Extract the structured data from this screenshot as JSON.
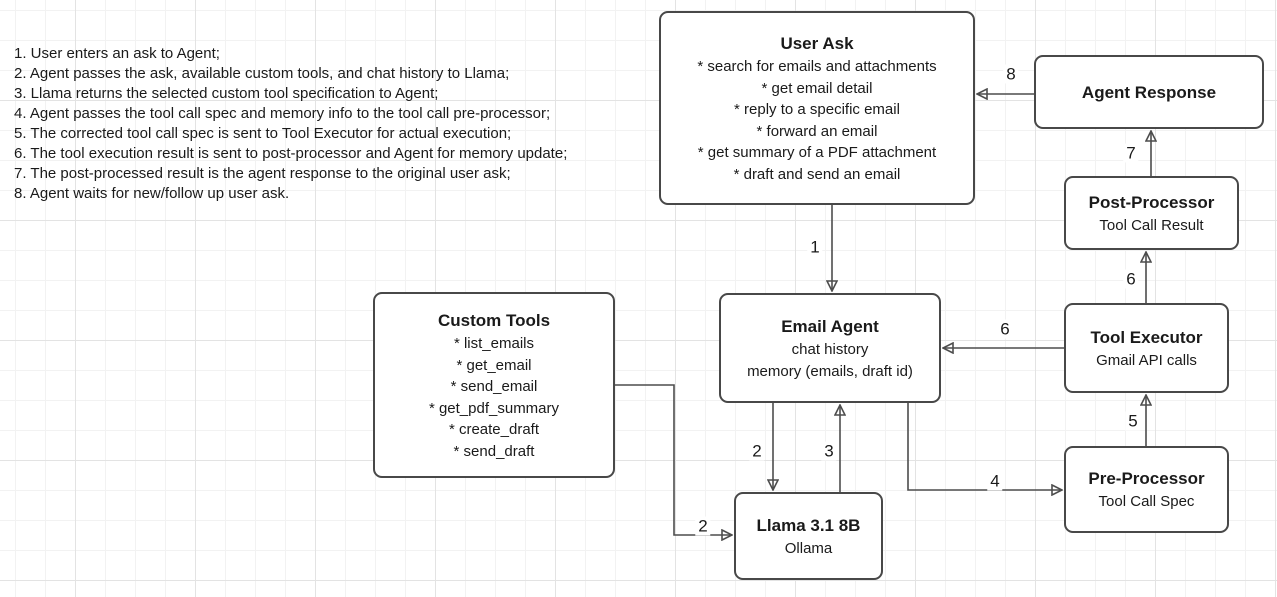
{
  "steps": [
    "1. User enters an ask to Agent;",
    "2. Agent passes the ask, available custom tools, and chat history to Llama;",
    "3. Llama returns the selected custom tool specification to Agent;",
    "4. Agent passes the tool call spec and memory info to the tool call pre-processor;",
    "5. The corrected tool call spec is sent to Tool Executor for actual execution;",
    "6. The tool execution result is sent to post-processor and Agent for memory update;",
    "7. The post-processed result is the agent response to the original user ask;",
    "8. Agent waits for new/follow up user ask."
  ],
  "boxes": {
    "user_ask": {
      "title": "User Ask",
      "items": [
        "* search for emails and attachments",
        "* get email detail",
        "* reply to a specific email",
        "* forward an email",
        "* get summary of a PDF attachment",
        "* draft and send an email"
      ]
    },
    "agent_response": {
      "title": "Agent Response"
    },
    "post_processor": {
      "title": "Post-Processor",
      "subtitle": "Tool Call Result"
    },
    "tool_executor": {
      "title": "Tool Executor",
      "subtitle": "Gmail API calls"
    },
    "pre_processor": {
      "title": "Pre-Processor",
      "subtitle": "Tool Call Spec"
    },
    "email_agent": {
      "title": "Email Agent",
      "lines": [
        "chat history",
        "memory (emails, draft id)"
      ]
    },
    "custom_tools": {
      "title": "Custom Tools",
      "items": [
        "* list_emails",
        "* get_email",
        "* send_email",
        "* get_pdf_summary",
        "* create_draft",
        "* send_draft"
      ]
    },
    "llama": {
      "title": "Llama 3.1 8B",
      "subtitle": "Ollama"
    }
  },
  "edge_labels": {
    "e1": "1",
    "e2_agent_to_llama": "2",
    "e2_tools_to_llama": "2",
    "e3": "3",
    "e4": "4",
    "e5": "5",
    "e6_up": "6",
    "e6_left": "6",
    "e7": "7",
    "e8": "8"
  },
  "colors": {
    "stroke": "#4d4d4d",
    "text": "#1a1a1a",
    "background": "#ffffff"
  }
}
